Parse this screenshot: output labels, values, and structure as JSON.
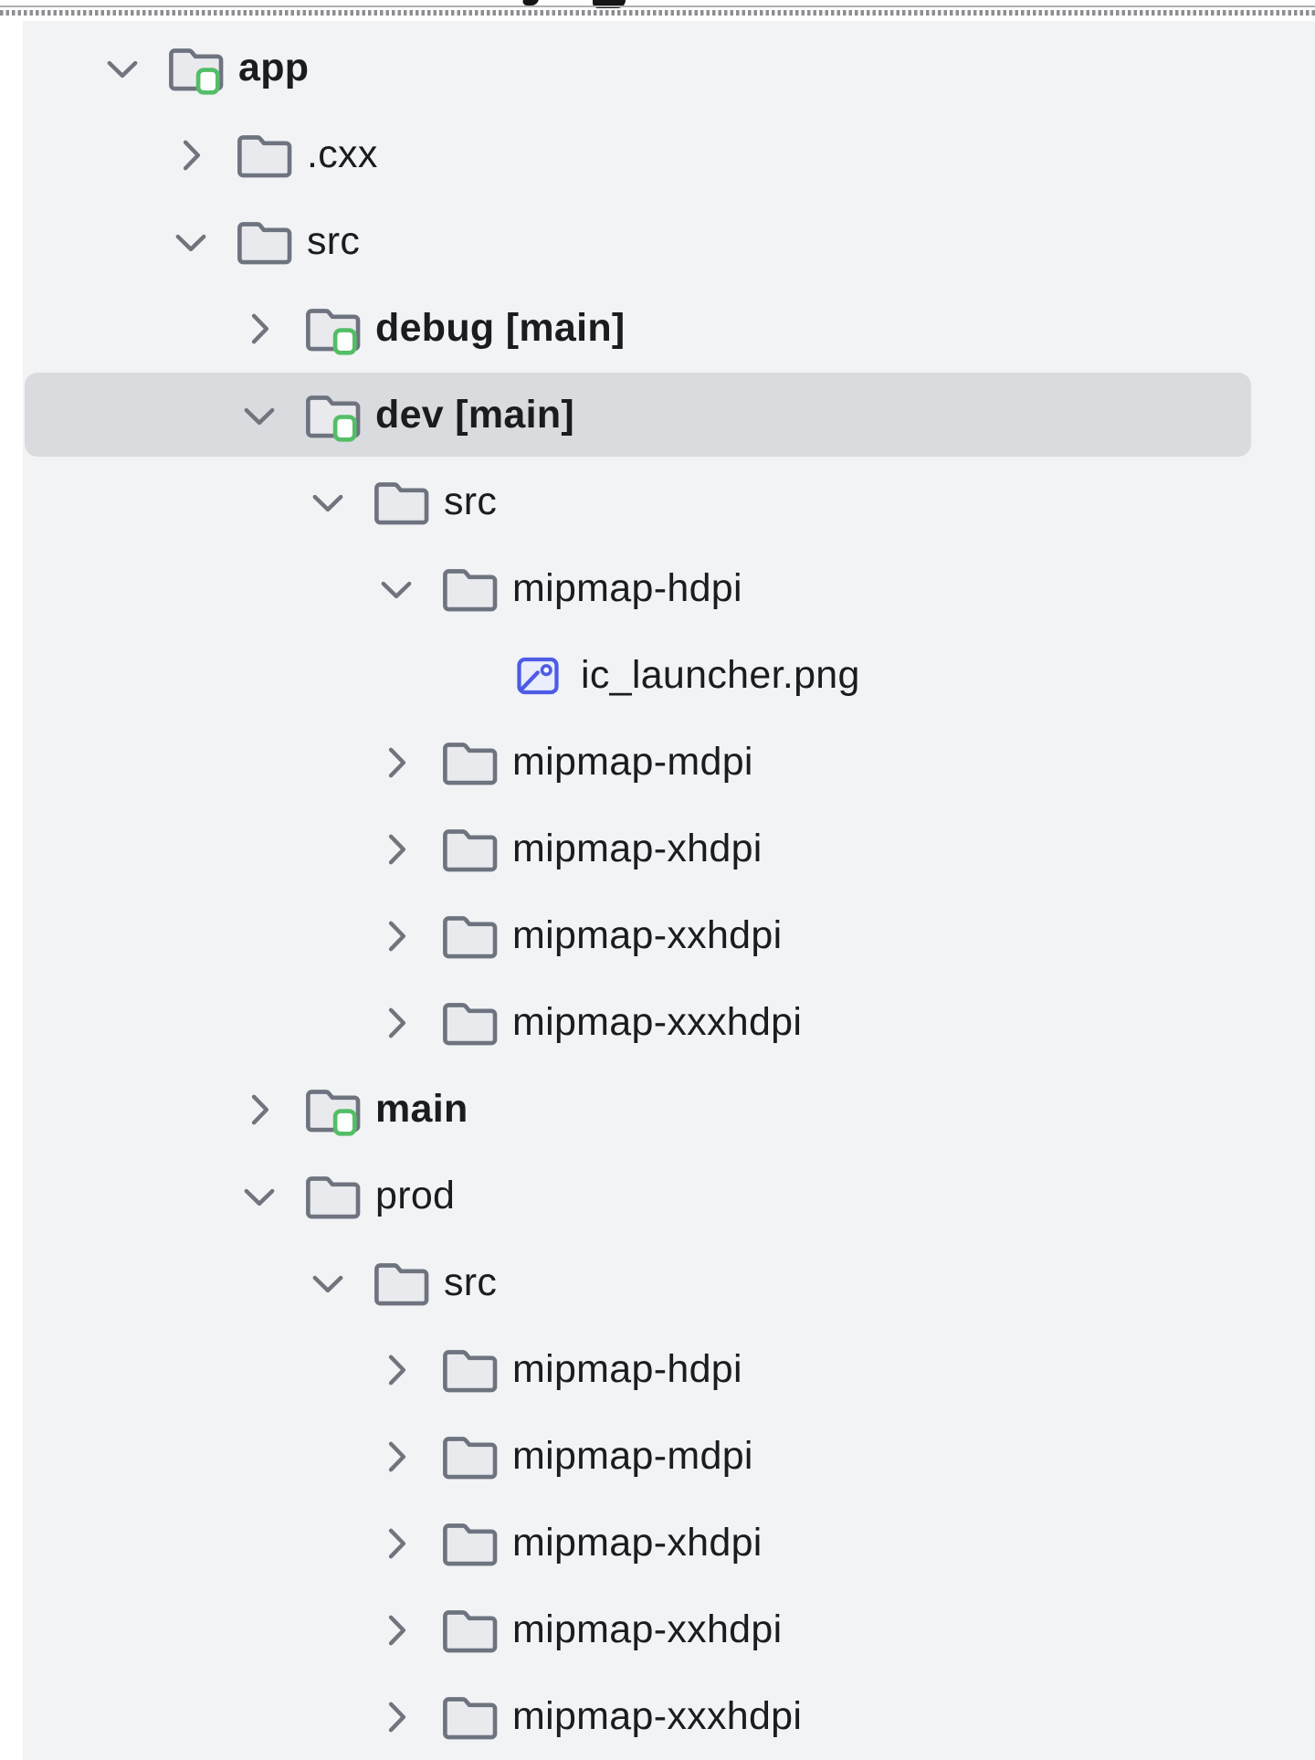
{
  "panel": {
    "name": "project-file-tree",
    "selected_label": "dev [main]"
  },
  "tree": {
    "items": [
      {
        "label": "app",
        "level": 0,
        "icon": "module-folder",
        "chevron": "expanded",
        "bold": true,
        "selected": false
      },
      {
        "label": ".cxx",
        "level": 1,
        "icon": "folder",
        "chevron": "collapsed",
        "bold": false,
        "selected": false
      },
      {
        "label": "src",
        "level": 1,
        "icon": "folder",
        "chevron": "expanded",
        "bold": false,
        "selected": false
      },
      {
        "label": "debug [main]",
        "level": 2,
        "icon": "module-folder",
        "chevron": "collapsed",
        "bold": true,
        "selected": false
      },
      {
        "label": "dev [main]",
        "level": 2,
        "icon": "module-folder",
        "chevron": "expanded",
        "bold": true,
        "selected": true
      },
      {
        "label": "src",
        "level": 3,
        "icon": "folder",
        "chevron": "expanded",
        "bold": false,
        "selected": false
      },
      {
        "label": "mipmap-hdpi",
        "level": 4,
        "icon": "folder",
        "chevron": "expanded",
        "bold": false,
        "selected": false
      },
      {
        "label": "ic_launcher.png",
        "level": 5,
        "icon": "image-file",
        "chevron": "none",
        "bold": false,
        "selected": false
      },
      {
        "label": "mipmap-mdpi",
        "level": 4,
        "icon": "folder",
        "chevron": "collapsed",
        "bold": false,
        "selected": false
      },
      {
        "label": "mipmap-xhdpi",
        "level": 4,
        "icon": "folder",
        "chevron": "collapsed",
        "bold": false,
        "selected": false
      },
      {
        "label": "mipmap-xxhdpi",
        "level": 4,
        "icon": "folder",
        "chevron": "collapsed",
        "bold": false,
        "selected": false
      },
      {
        "label": "mipmap-xxxhdpi",
        "level": 4,
        "icon": "folder",
        "chevron": "collapsed",
        "bold": false,
        "selected": false
      },
      {
        "label": "main",
        "level": 2,
        "icon": "module-folder",
        "chevron": "collapsed",
        "bold": true,
        "selected": false
      },
      {
        "label": "prod",
        "level": 2,
        "icon": "folder",
        "chevron": "expanded",
        "bold": false,
        "selected": false
      },
      {
        "label": "src",
        "level": 3,
        "icon": "folder",
        "chevron": "expanded",
        "bold": false,
        "selected": false
      },
      {
        "label": "mipmap-hdpi",
        "level": 4,
        "icon": "folder",
        "chevron": "collapsed",
        "bold": false,
        "selected": false
      },
      {
        "label": "mipmap-mdpi",
        "level": 4,
        "icon": "folder",
        "chevron": "collapsed",
        "bold": false,
        "selected": false
      },
      {
        "label": "mipmap-xhdpi",
        "level": 4,
        "icon": "folder",
        "chevron": "collapsed",
        "bold": false,
        "selected": false
      },
      {
        "label": "mipmap-xxhdpi",
        "level": 4,
        "icon": "folder",
        "chevron": "collapsed",
        "bold": false,
        "selected": false
      },
      {
        "label": "mipmap-xxxhdpi",
        "level": 4,
        "icon": "folder",
        "chevron": "collapsed",
        "bold": false,
        "selected": false
      }
    ]
  },
  "colors": {
    "panel_background": "#f2f3f5",
    "selection_background": "#d9dbde",
    "text": "#1b1c1f",
    "chevron": "#6f747d",
    "folder_stroke": "#6e7380",
    "folder_fill": "#e9eaed",
    "sourceset_badge_green": "#53be66",
    "sourceset_badge_fill": "#fcfffc",
    "image_icon_blue": "#4d5ce5",
    "image_icon_fill": "#eaedfc",
    "top_line": "#b0b0b0",
    "dashed_edge": "#8e8e92"
  }
}
